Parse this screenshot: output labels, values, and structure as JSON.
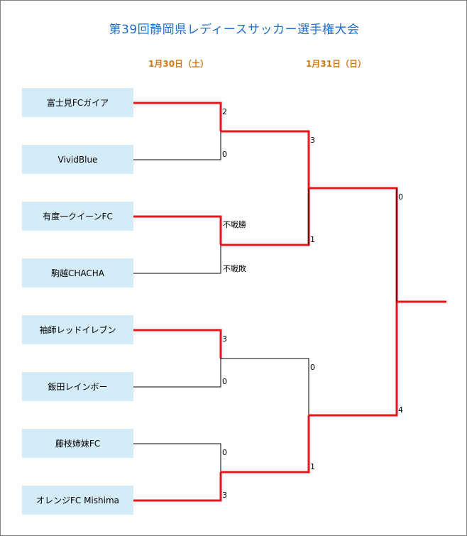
{
  "title": "第39回静岡県レディースサッカー選手権大会",
  "dates": {
    "day1": "1月30日（土）",
    "day2": "1月31日（日）"
  },
  "teams": [
    "富士見FCガイア",
    "VividBlue",
    "有度一クイーンFC",
    "駒越CHACHA",
    "袖師レッドイレブン",
    "飯田レインボー",
    "藤枝姉妹FC",
    "オレンジFC Mishima"
  ],
  "round1_scores": [
    "2",
    "0",
    "不戦勝",
    "不戦敗",
    "3",
    "0",
    "0",
    "3"
  ],
  "semifinal_scores": [
    "3",
    "1",
    "0",
    "1"
  ],
  "final_scores": [
    "0",
    "4"
  ],
  "colors": {
    "win_line": "#e8141c",
    "loss_line": "#000000",
    "team_bg": "#d4ebf8",
    "title": "#1f6fd0",
    "date": "#d07a1a"
  }
}
